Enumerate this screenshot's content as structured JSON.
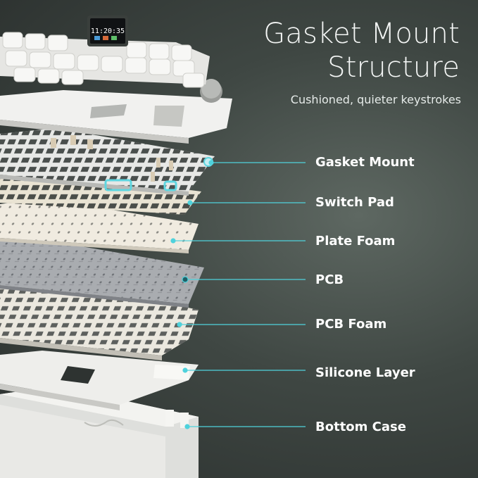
{
  "header": {
    "title_line1": "Gasket Mount",
    "title_line2": "Structure",
    "subtitle": "Cushioned, quieter keystrokes"
  },
  "display": {
    "clock": "11:20:35"
  },
  "colors": {
    "accent": "#4fd2dc",
    "background": "#3a413e",
    "layer_light": "#f1efe9",
    "pcb": "#a9acb0"
  },
  "layers": [
    {
      "id": "gasket-mount",
      "label": "Gasket Mount"
    },
    {
      "id": "switch-pad",
      "label": "Switch Pad"
    },
    {
      "id": "plate-foam",
      "label": "Plate Foam"
    },
    {
      "id": "pcb",
      "label": "PCB"
    },
    {
      "id": "pcb-foam",
      "label": "PCB Foam"
    },
    {
      "id": "silicone-layer",
      "label": "Silicone Layer"
    },
    {
      "id": "bottom-case",
      "label": "Bottom Case"
    }
  ]
}
